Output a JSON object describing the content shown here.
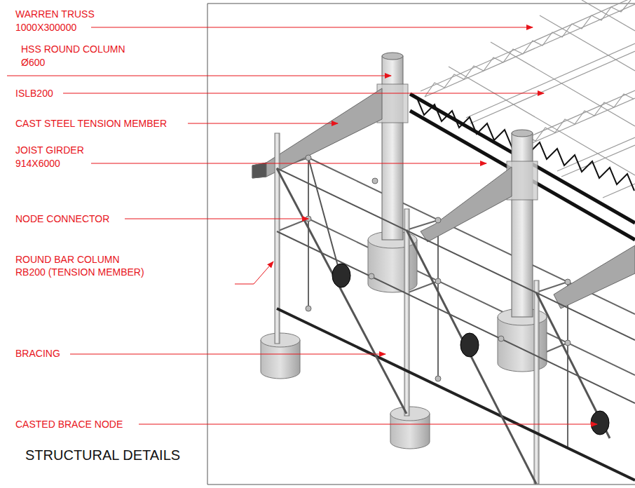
{
  "diagram": {
    "title": "STRUCTURAL DETAILS",
    "labels": [
      "WARREN TRUSS",
      "1000X300000",
      "HSS ROUND COLUMN",
      "Ø600",
      "ISLB200",
      "CAST STEEL TENSION MEMBER",
      "JOIST GIRDER",
      "914X6000",
      "NODE CONNECTOR",
      "ROUND BAR COLUMN",
      "RB200 (TENSION MEMBER)",
      "BRACING",
      "CASTED BRACE NODE"
    ]
  }
}
